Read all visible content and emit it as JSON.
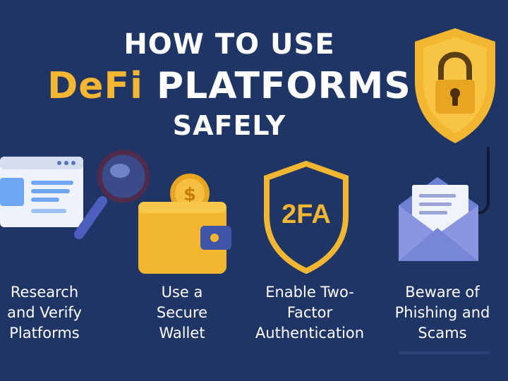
{
  "title": {
    "line1": "HOW TO USE",
    "line2_accent": "DeFi",
    "line2_rest": " PLATFORMS",
    "line3": "SAFELY"
  },
  "icons": {
    "shield": "shield-lock-icon",
    "research": "browser-window-magnifier-icon",
    "wallet": "wallet-coin-icon",
    "twofa": "shield-2fa-icon",
    "phishing": "envelope-hook-icon"
  },
  "twofa_text": "2FA",
  "coin_symbol": "$",
  "steps": [
    {
      "lines": [
        "Research",
        "and Verify",
        "Platforms"
      ]
    },
    {
      "lines": [
        "Use a",
        "Secure",
        "Wallet"
      ]
    },
    {
      "lines": [
        "Enable Two-",
        "Factor",
        "Authentication"
      ]
    },
    {
      "lines": [
        "Beware of",
        "Phishing and",
        "Scams"
      ]
    }
  ],
  "colors": {
    "background": "#1f3566",
    "accent": "#f5b731",
    "text": "#ffffff"
  }
}
